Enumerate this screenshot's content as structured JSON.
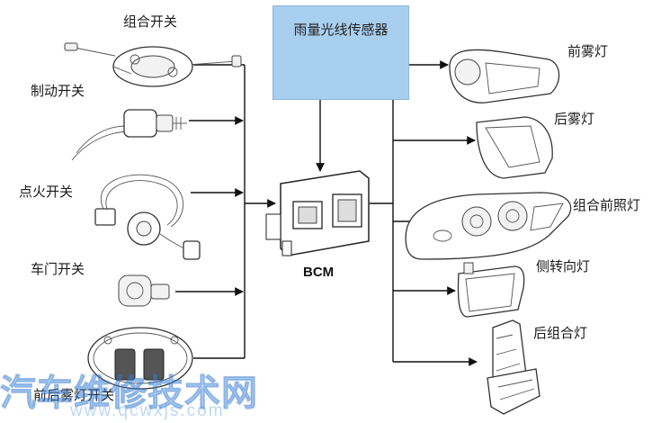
{
  "inputs": [
    "组合开关",
    "制动开关",
    "点火开关",
    "车门开关",
    "前后雾灯开关"
  ],
  "sensor": "雨量光线传感器",
  "controller": "BCM",
  "outputs": [
    "前雾灯",
    "后雾灯",
    "组合前照灯",
    "侧转向灯",
    "后组合灯"
  ],
  "watermark": {
    "line1": "汽车维修技术网",
    "line2": "www.qcwxjs.com"
  }
}
